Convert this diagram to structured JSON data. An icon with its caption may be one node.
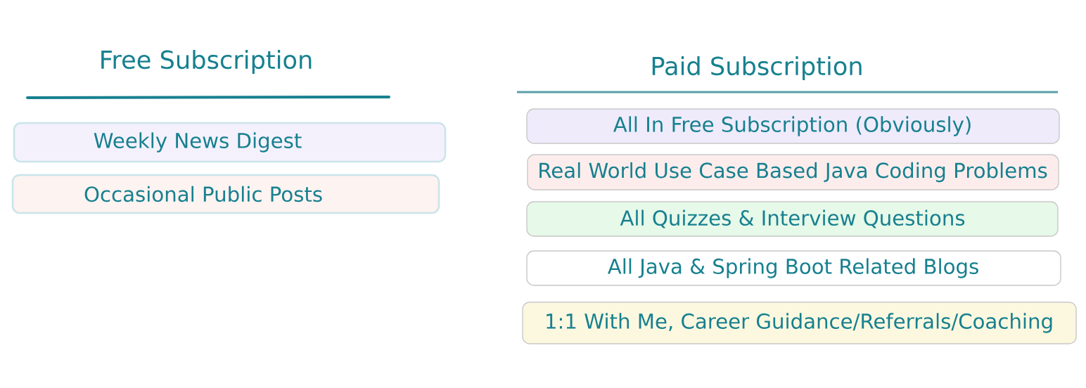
{
  "diagram": {
    "nodes": [
      {
        "text": [
          "Weekly News Digest"
        ]
      },
      {
        "text": [
          "Occasional Public Posts"
        ]
      },
      {
        "text": [
          "All In Free Subscription (Obviously)"
        ]
      },
      {
        "text": [
          "Real World Use Case Based Java Coding Problems"
        ]
      },
      {
        "text": [
          "All Quizzes & Interview Questions"
        ]
      },
      {
        "text": [
          "All Java & Spring Boot Related Blogs"
        ]
      },
      {
        "text": [
          "1:1 With Me, Career Guidance/Referrals/Coaching"
        ]
      }
    ],
    "labels": [
      "Free Subscription",
      "Paid Subscription"
    ]
  }
}
